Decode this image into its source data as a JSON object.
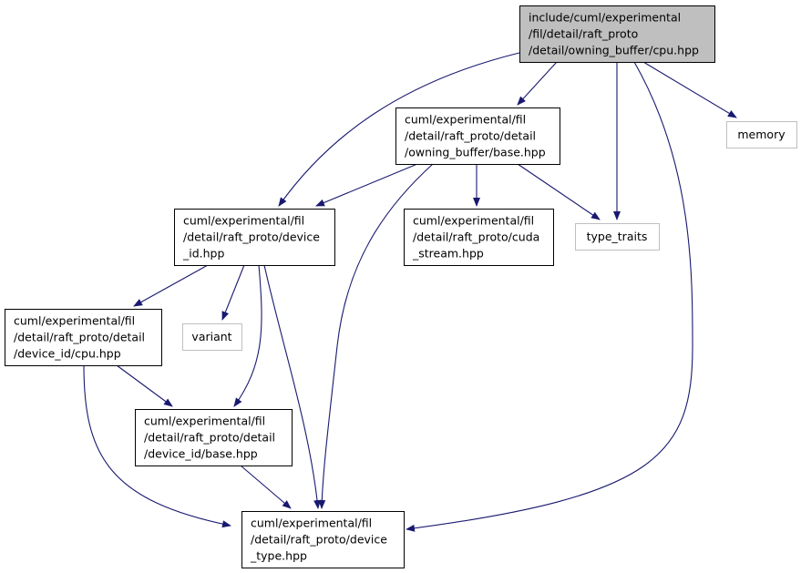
{
  "colors": {
    "edge": "#191970",
    "root_fill": "#bfbfbf",
    "node_border": "#000000",
    "external_border": "#bfbfbf",
    "background": "#ffffff"
  },
  "nodes": [
    {
      "id": "root",
      "kind": "root",
      "lines": [
        "include/cuml/experimental",
        "/fil/detail/raft_proto",
        "/detail/owning_buffer/cpu.hpp"
      ]
    },
    {
      "id": "base_hpp",
      "kind": "file",
      "lines": [
        "cuml/experimental/fil",
        "/detail/raft_proto/detail",
        "/owning_buffer/base.hpp"
      ]
    },
    {
      "id": "memory",
      "kind": "external",
      "lines": [
        "memory"
      ]
    },
    {
      "id": "device_id",
      "kind": "file",
      "lines": [
        "cuml/experimental/fil",
        "/detail/raft_proto/device",
        "_id.hpp"
      ]
    },
    {
      "id": "cuda_stream",
      "kind": "file",
      "lines": [
        "cuml/experimental/fil",
        "/detail/raft_proto/cuda",
        "_stream.hpp"
      ]
    },
    {
      "id": "type_traits",
      "kind": "external",
      "lines": [
        "type_traits"
      ]
    },
    {
      "id": "device_id_cpu",
      "kind": "file",
      "lines": [
        "cuml/experimental/fil",
        "/detail/raft_proto/detail",
        "/device_id/cpu.hpp"
      ]
    },
    {
      "id": "variant",
      "kind": "external",
      "lines": [
        "variant"
      ]
    },
    {
      "id": "device_id_base",
      "kind": "file",
      "lines": [
        "cuml/experimental/fil",
        "/detail/raft_proto/detail",
        "/device_id/base.hpp"
      ]
    },
    {
      "id": "device_type",
      "kind": "file",
      "lines": [
        "cuml/experimental/fil",
        "/detail/raft_proto/device",
        "_type.hpp"
      ]
    }
  ],
  "edges": [
    {
      "from": "root",
      "to": "base_hpp"
    },
    {
      "from": "root",
      "to": "memory"
    },
    {
      "from": "root",
      "to": "device_id"
    },
    {
      "from": "root",
      "to": "type_traits"
    },
    {
      "from": "root",
      "to": "device_type"
    },
    {
      "from": "base_hpp",
      "to": "device_id"
    },
    {
      "from": "base_hpp",
      "to": "cuda_stream"
    },
    {
      "from": "base_hpp",
      "to": "type_traits"
    },
    {
      "from": "base_hpp",
      "to": "device_type"
    },
    {
      "from": "device_id",
      "to": "device_id_cpu"
    },
    {
      "from": "device_id",
      "to": "variant"
    },
    {
      "from": "device_id",
      "to": "device_id_base"
    },
    {
      "from": "device_id",
      "to": "device_type"
    },
    {
      "from": "device_id_cpu",
      "to": "device_id_base"
    },
    {
      "from": "device_id_cpu",
      "to": "device_type"
    },
    {
      "from": "device_id_base",
      "to": "device_type"
    }
  ]
}
